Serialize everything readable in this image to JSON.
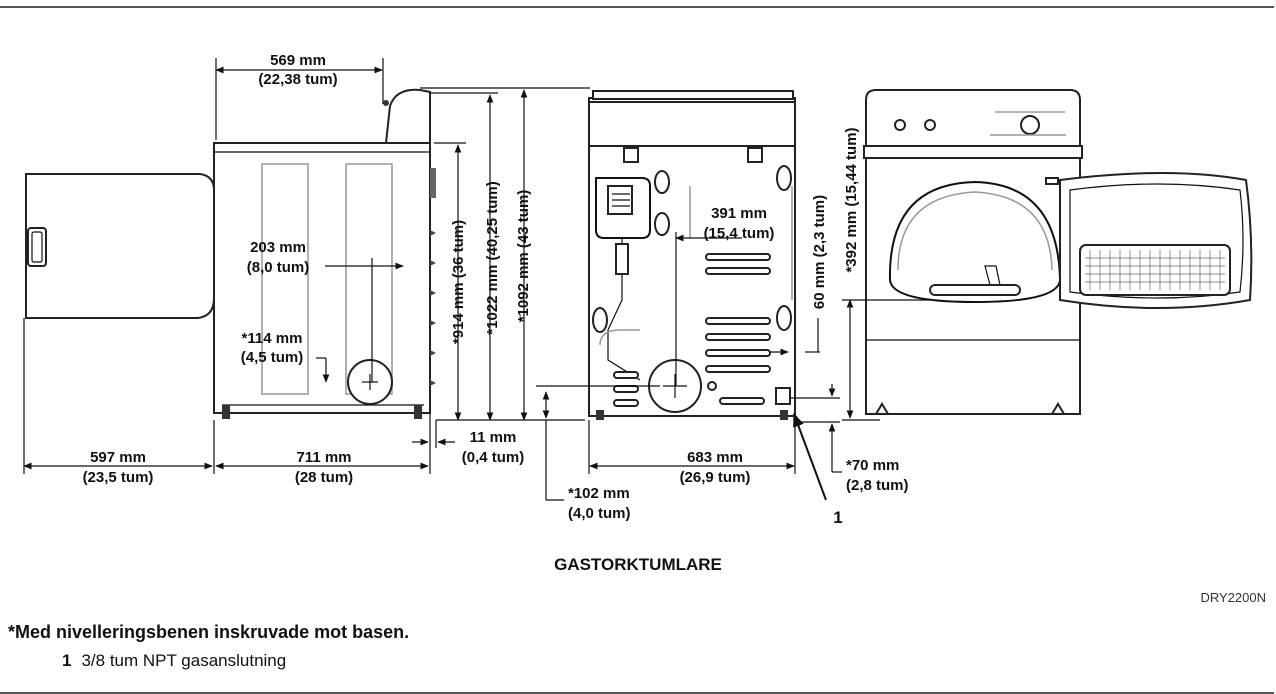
{
  "title": "GASTORKTUMLARE",
  "figure_code": "DRY2200N",
  "note": "*Med nivelleringsbenen inskruvade mot basen.",
  "legend": {
    "number": "1",
    "text": "3/8 tum NPT gasanslutning"
  },
  "callout_number": "1",
  "dimensions": {
    "d569": [
      "569 mm",
      "(22,38 tum)"
    ],
    "d203": [
      "203 mm",
      "(8,0 tum)"
    ],
    "d114": [
      "*114 mm",
      "(4,5 tum)"
    ],
    "d597": [
      "597 mm",
      "(23,5 tum)"
    ],
    "d711": [
      "711 mm",
      "(28 tum)"
    ],
    "d11": [
      "11 mm",
      "(0,4 tum)"
    ],
    "d914": "*914 mm (36 tum)",
    "d1022": "*1022 mm (40,25 tum)",
    "d1092": "*1092 mm (43 tum)",
    "d391": [
      "391 mm",
      "(15,4 tum)"
    ],
    "d60": "60 mm (2,3 tum)",
    "d683": [
      "683 mm",
      "(26,9 tum)"
    ],
    "d102": [
      "*102 mm",
      "(4,0 tum)"
    ],
    "d70": [
      "*70 mm",
      "(2,8 tum)"
    ],
    "d392": "*392 mm (15,44 tum)"
  }
}
